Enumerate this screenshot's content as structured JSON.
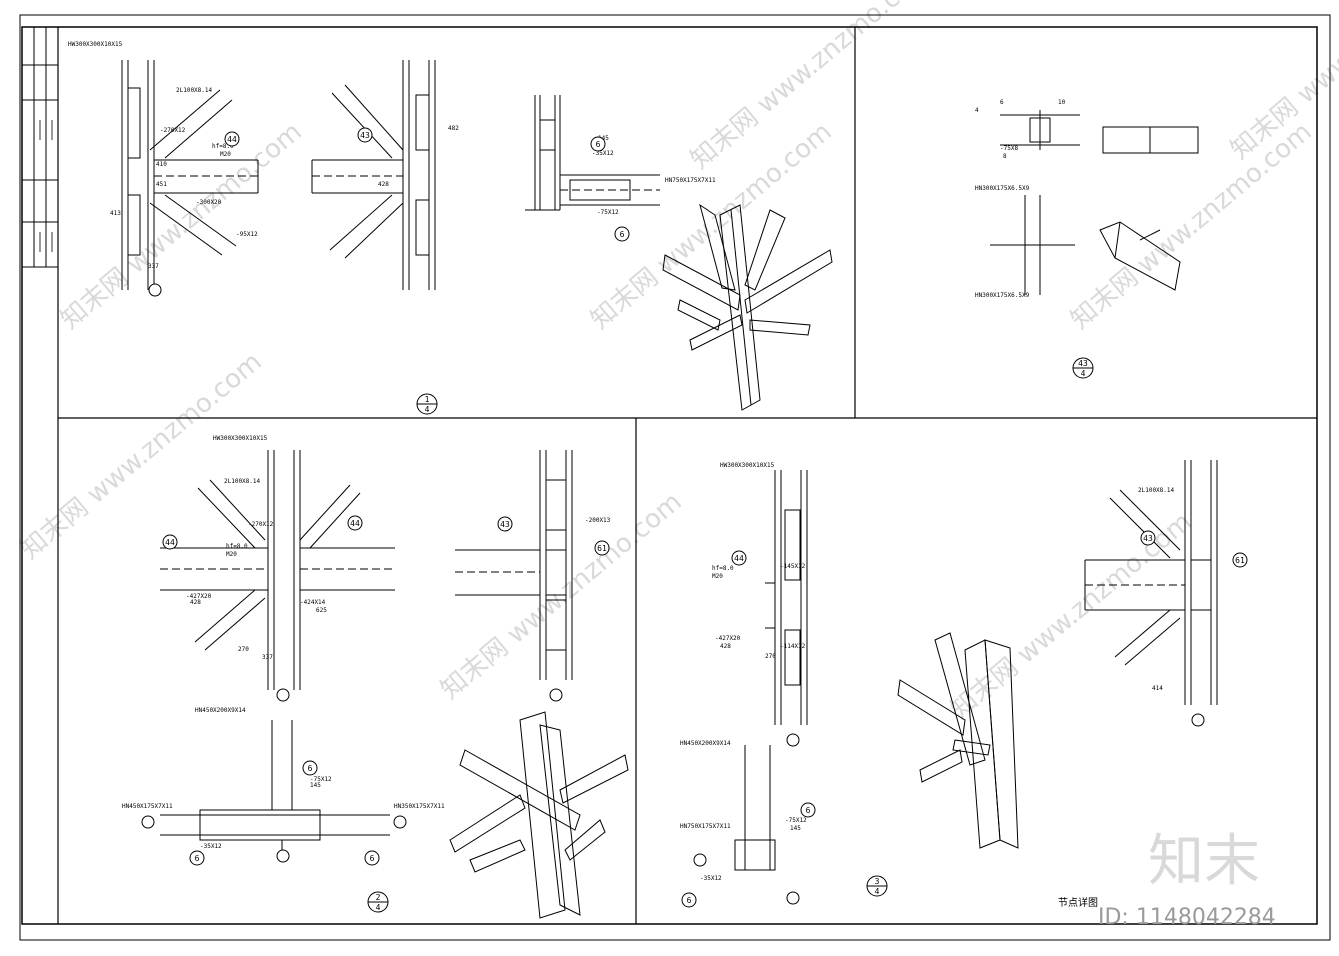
{
  "sheet": {
    "title": "节点详图",
    "id_label": "ID: 1148042284",
    "logo_text": "知末",
    "watermark_text": "知末网 www.znzmo.com"
  },
  "panels": [
    {
      "name": "panel-1",
      "index_mark": {
        "num": "1",
        "den": "4"
      },
      "labels": [
        "HW300X300X10X15",
        "2L100X8.14",
        "HN750X175X7X11",
        "hf=8.0",
        "M20",
        "-270X12",
        "-300X20",
        "-95X12",
        "-75X12",
        "-35X12",
        "410",
        "451",
        "413",
        "337",
        "428",
        "482",
        "145"
      ],
      "callouts": [
        "44",
        "43",
        "6",
        "6"
      ]
    },
    {
      "name": "panel-2",
      "index_mark": {
        "num": "43",
        "den": "4"
      },
      "labels": [
        "HN300X175X6.5X9",
        "HN300X175X6.5X9",
        "4",
        "6",
        "10",
        "8",
        "-75X8"
      ],
      "callouts": []
    },
    {
      "name": "panel-3",
      "index_mark": {
        "num": "2",
        "den": "4"
      },
      "labels": [
        "HW300X300X10X15",
        "2L100X8.14",
        "HN450X200X9X14",
        "HN450X175X7X11",
        "HN350X175X7X11",
        "-200X13",
        "-270X12",
        "-427X20",
        "-424X14",
        "-35X12",
        "-75X12",
        "M20",
        "hf=8.0",
        "428",
        "270",
        "337",
        "625",
        "145"
      ],
      "callouts": [
        "44",
        "44",
        "43",
        "61",
        "6",
        "6",
        "6"
      ]
    },
    {
      "name": "panel-4",
      "index_mark": {
        "num": "3",
        "den": "4"
      },
      "labels": [
        "HW300X300X10X15",
        "HN450X200X9X14",
        "HN750X175X7X11",
        "2L100X8.14",
        "-145X12",
        "-427X20",
        "-114X12",
        "-35X12",
        "-75X12",
        "M20",
        "hf=8.0",
        "270",
        "428",
        "414",
        "145"
      ],
      "callouts": [
        "44",
        "43",
        "61",
        "6",
        "6"
      ]
    }
  ]
}
